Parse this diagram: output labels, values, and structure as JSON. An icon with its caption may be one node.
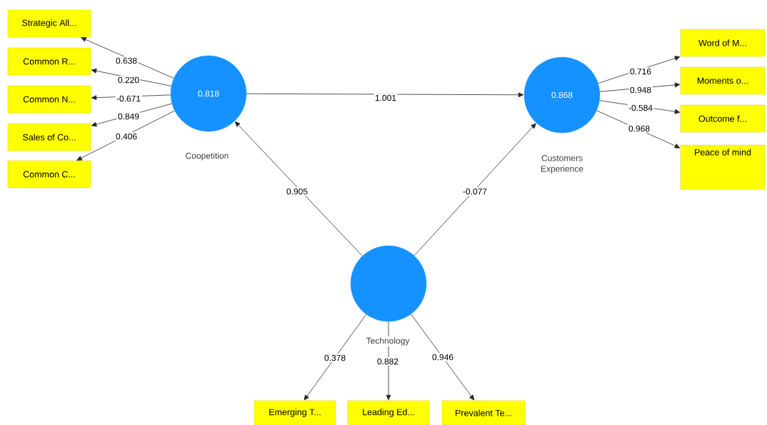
{
  "diagram": {
    "nodes": [
      {
        "text": [
          "0.818"
        ],
        "beside": [
          "Coopetition"
        ]
      },
      {
        "text": [
          "0.868"
        ],
        "beside": [
          "Customers Experience"
        ]
      },
      {
        "text": [],
        "shape": "circle",
        "beside": [
          "Technology"
        ]
      },
      {
        "text": [
          "Strategic All..."
        ]
      },
      {
        "text": [
          "Common R..."
        ]
      },
      {
        "text": [
          "Common N..."
        ]
      },
      {
        "text": [
          "Sales of Co..."
        ]
      },
      {
        "text": [
          "Common C..."
        ]
      },
      {
        "text": [
          "Word of M..."
        ]
      },
      {
        "text": [
          "Moments o..."
        ]
      },
      {
        "text": [
          "Outcome f..."
        ]
      },
      {
        "text": [
          "Peace of mind"
        ]
      },
      {
        "text": [
          "Emerging T..."
        ]
      },
      {
        "text": [
          "Leading Ed..."
        ]
      },
      {
        "text": [
          "Prevalent Te..."
        ]
      }
    ],
    "edges": [
      {
        "from": 0,
        "to": 1,
        "arrow": "to",
        "label": "1.001"
      },
      {
        "from": 2,
        "to": 0,
        "arrow": "to",
        "label": "0.905"
      },
      {
        "from": 2,
        "to": 1,
        "arrow": "to",
        "label": "-0.077"
      },
      {
        "from": 0,
        "to": 3,
        "arrow": "to",
        "label": "0.638"
      },
      {
        "from": 0,
        "to": 4,
        "arrow": "to",
        "label": "0.220"
      },
      {
        "from": 0,
        "to": 5,
        "arrow": "to",
        "label": "-0.671"
      },
      {
        "from": 0,
        "to": 6,
        "arrow": "to",
        "label": "0.849"
      },
      {
        "from": 0,
        "to": 7,
        "arrow": "to",
        "label": "0.406"
      },
      {
        "from": 1,
        "to": 8,
        "arrow": "to",
        "label": "0.716"
      },
      {
        "from": 1,
        "to": 9,
        "arrow": "to",
        "label": "0.948"
      },
      {
        "from": 1,
        "to": 10,
        "arrow": "to",
        "label": "-0.584"
      },
      {
        "from": 1,
        "to": 11,
        "arrow": "to",
        "label": "0.968"
      },
      {
        "from": 2,
        "to": 12,
        "arrow": "to",
        "label": "0.378"
      },
      {
        "from": 2,
        "to": 13,
        "arrow": "to",
        "label": "0.882"
      },
      {
        "from": 2,
        "to": 14,
        "arrow": "to",
        "label": "0.946"
      }
    ]
  }
}
